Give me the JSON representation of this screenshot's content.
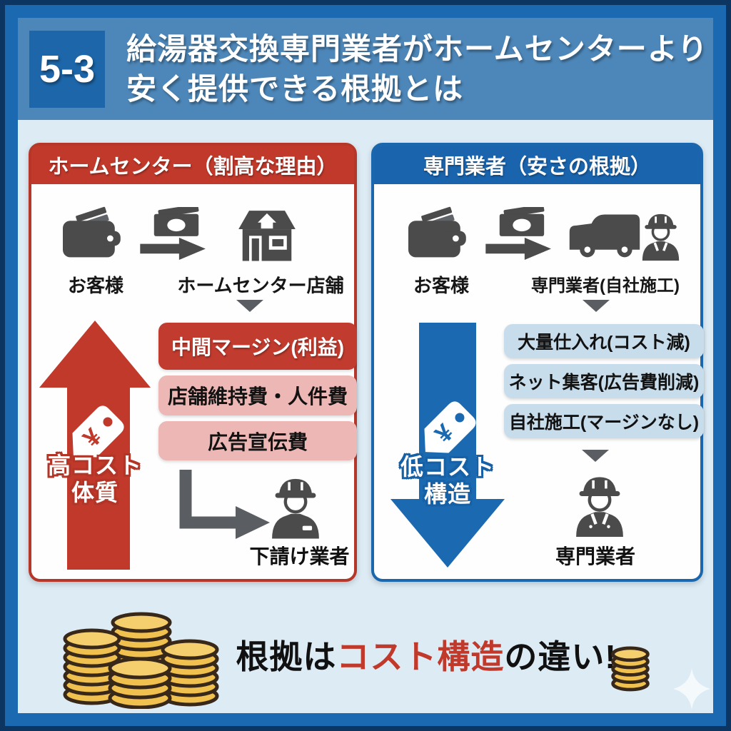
{
  "colors": {
    "frame_outer": "#0d3562",
    "frame_border": "#1b69b0",
    "header_bg": "#4d87b9",
    "badge_bg": "#1d66a9",
    "page_bg": "#ddebf5",
    "red_accent": "#c0392b",
    "red_tint": "#ecb7b4",
    "blue_accent": "#1b69b0",
    "blue_tint": "#c8ddeb",
    "icon_gray": "#4b4b4b",
    "coin_gold": "#f1c14f"
  },
  "header": {
    "badge": "5-3",
    "title_line1": "給湯器交換専門業者がホームセンターより",
    "title_line2": "安く提供できる根拠とは"
  },
  "left_panel": {
    "title": "ホームセンター（割高な理由）",
    "customer_label": "お客様",
    "receiver_label": "ホームセンター店舗",
    "cost_arrow": {
      "line1": "高コスト",
      "line2": "体質"
    },
    "boxes": [
      {
        "label": "中間マージン(利益)"
      },
      {
        "label": "店舗維持費・人件費"
      },
      {
        "label": "広告宣伝費"
      }
    ],
    "bottom_label": "下請け業者"
  },
  "right_panel": {
    "title": "専門業者（安さの根拠）",
    "customer_label": "お客様",
    "receiver_label": "専門業者(自社施工)",
    "cost_arrow": {
      "line1": "低コスト",
      "line2": "構造"
    },
    "boxes": [
      {
        "label": "大量仕入れ(コスト減)"
      },
      {
        "label": "ネット集客(広告費削減)"
      },
      {
        "label": "自社施工(マージンなし)"
      }
    ],
    "bottom_label": "専門業者"
  },
  "footer": {
    "prefix": "根拠は",
    "highlight": "コスト構造",
    "suffix": "の違い!"
  },
  "icons": {
    "yen": "¥",
    "names": [
      "wallet-icon",
      "money-arrow-icon",
      "store-icon",
      "van-worker-icon",
      "price-tag-icon",
      "worker-icon",
      "flow-arrow-icon",
      "coin-stack-icon",
      "sparkle-icon"
    ]
  }
}
